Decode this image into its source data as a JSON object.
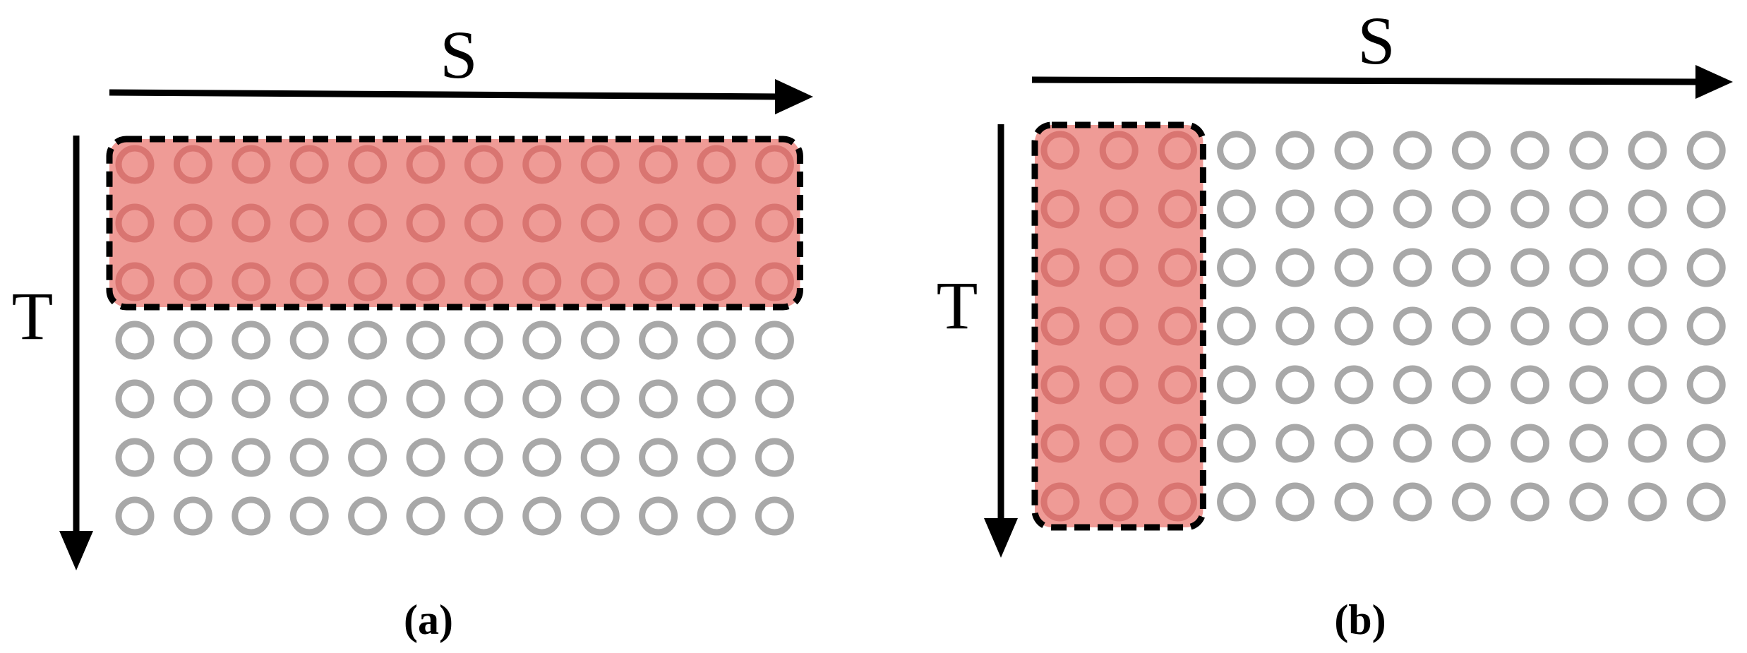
{
  "panels": [
    {
      "id": "a",
      "caption": "(a)",
      "horizontal_axis_label": "S",
      "vertical_axis_label": "T",
      "rows": 7,
      "cols": 12,
      "highlight": {
        "rows": 3,
        "cols": 12
      }
    },
    {
      "id": "b",
      "caption": "(b)",
      "horizontal_axis_label": "S",
      "vertical_axis_label": "T",
      "rows": 7,
      "cols": 12,
      "highlight": {
        "rows": 7,
        "cols": 3
      }
    }
  ],
  "colors": {
    "node": "#a8a8a8",
    "highlight_fill": "#ef9b96",
    "highlight_node": "#d97571",
    "border": "#000000"
  }
}
